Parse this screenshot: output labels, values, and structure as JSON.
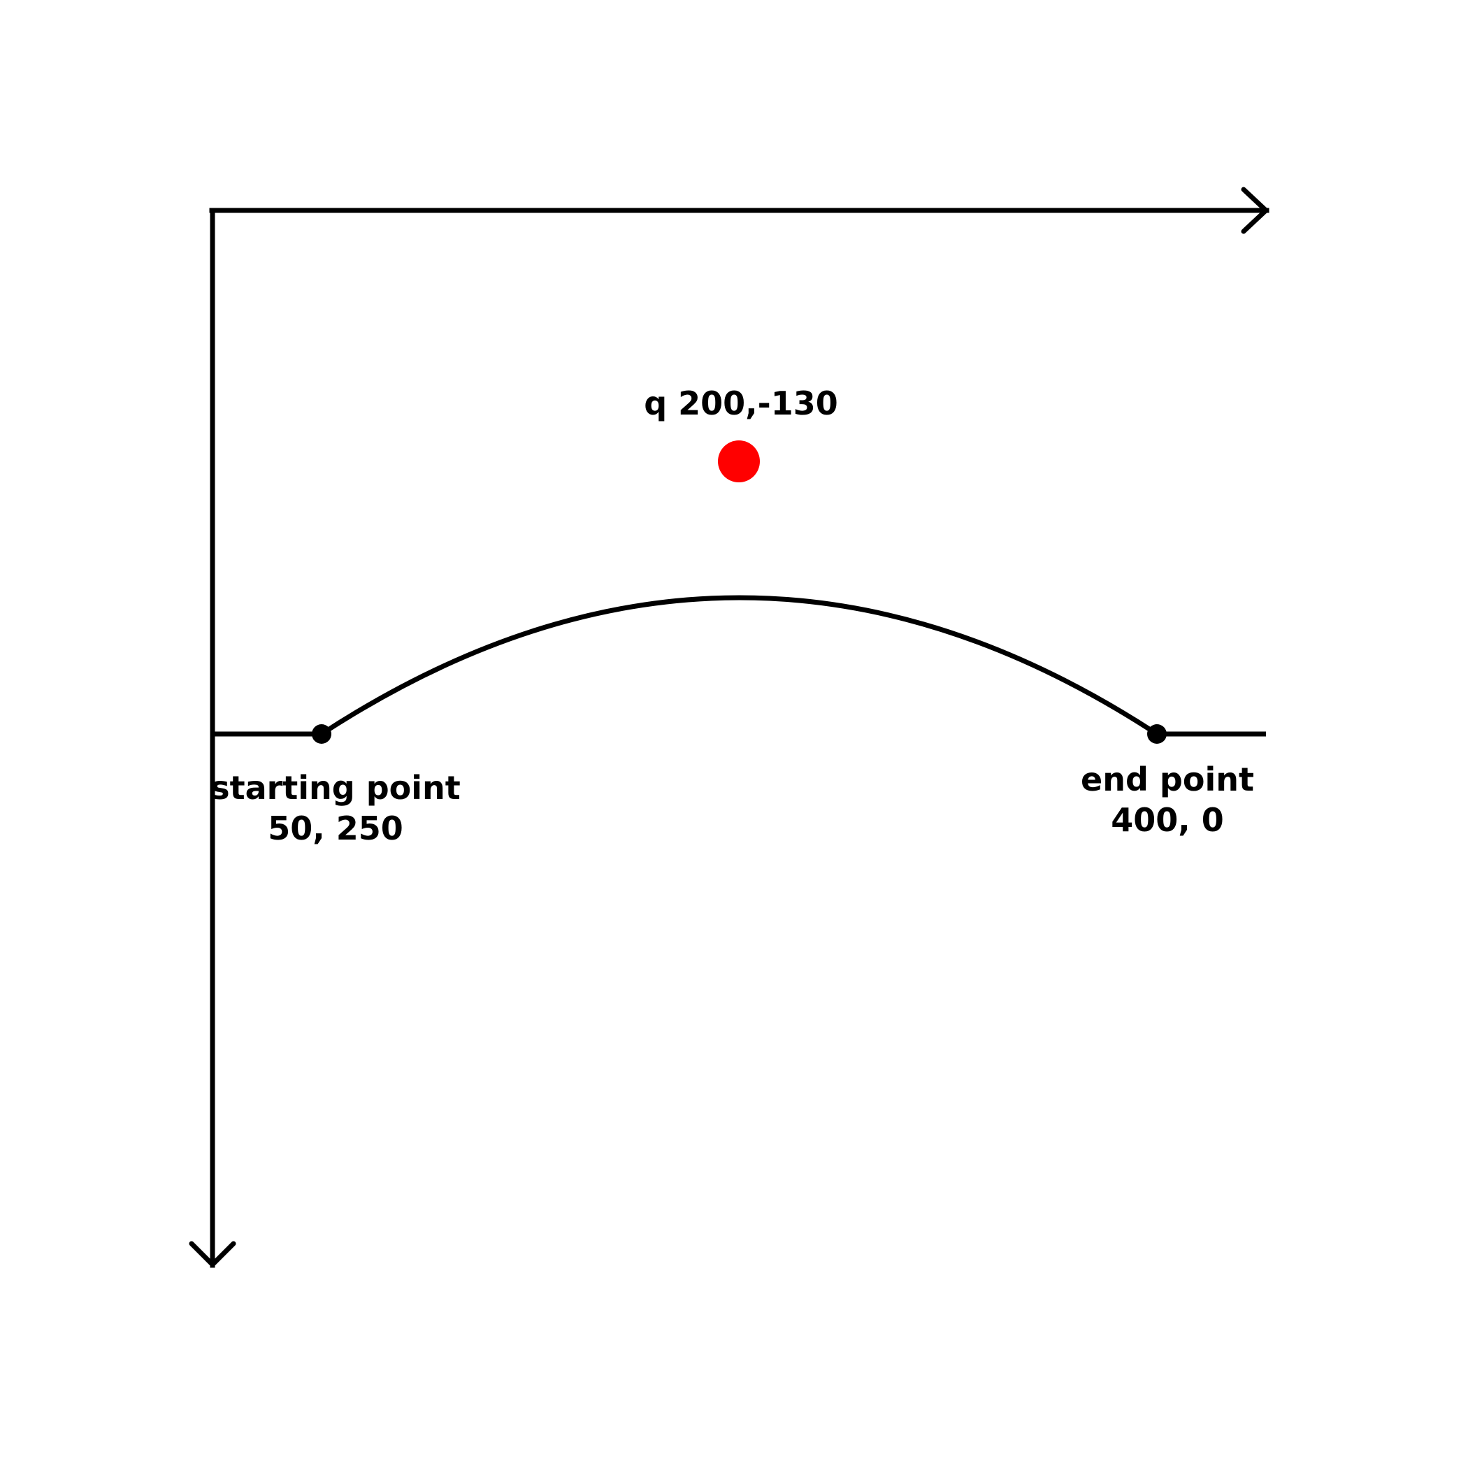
{
  "control_point": {
    "label": "q 200,-130",
    "color": "#ff0000"
  },
  "start_point": {
    "title": "starting point",
    "coords": "50, 250"
  },
  "end_point": {
    "title": "end point",
    "coords": "400, 0"
  },
  "colors": {
    "stroke": "#000000",
    "background": "#ffffff"
  }
}
